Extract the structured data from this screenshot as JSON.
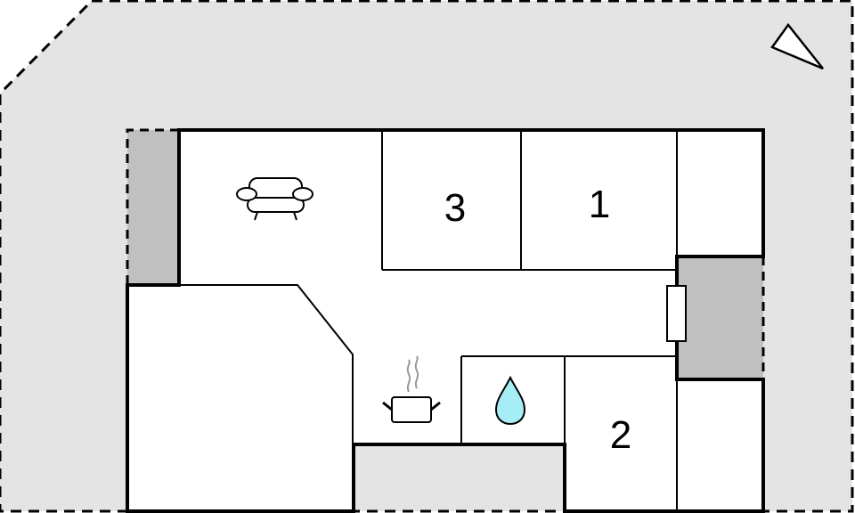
{
  "floorplan": {
    "colors": {
      "terrace": "#e4e4e4",
      "balcony": "#c0c0c0",
      "room": "#ffffff",
      "wall": "#000000",
      "water": "#a6eef5",
      "steam": "#999999"
    },
    "rooms": [
      {
        "id": "bedroom-3",
        "label": "3"
      },
      {
        "id": "bedroom-1",
        "label": "1"
      },
      {
        "id": "bedroom-2",
        "label": "2"
      }
    ],
    "icons": [
      {
        "name": "armchair-icon",
        "meaning": "living room"
      },
      {
        "name": "cooking-pot-icon",
        "meaning": "kitchen"
      },
      {
        "name": "water-drop-icon",
        "meaning": "bathroom"
      },
      {
        "name": "north-arrow-icon",
        "meaning": "north"
      }
    ]
  }
}
